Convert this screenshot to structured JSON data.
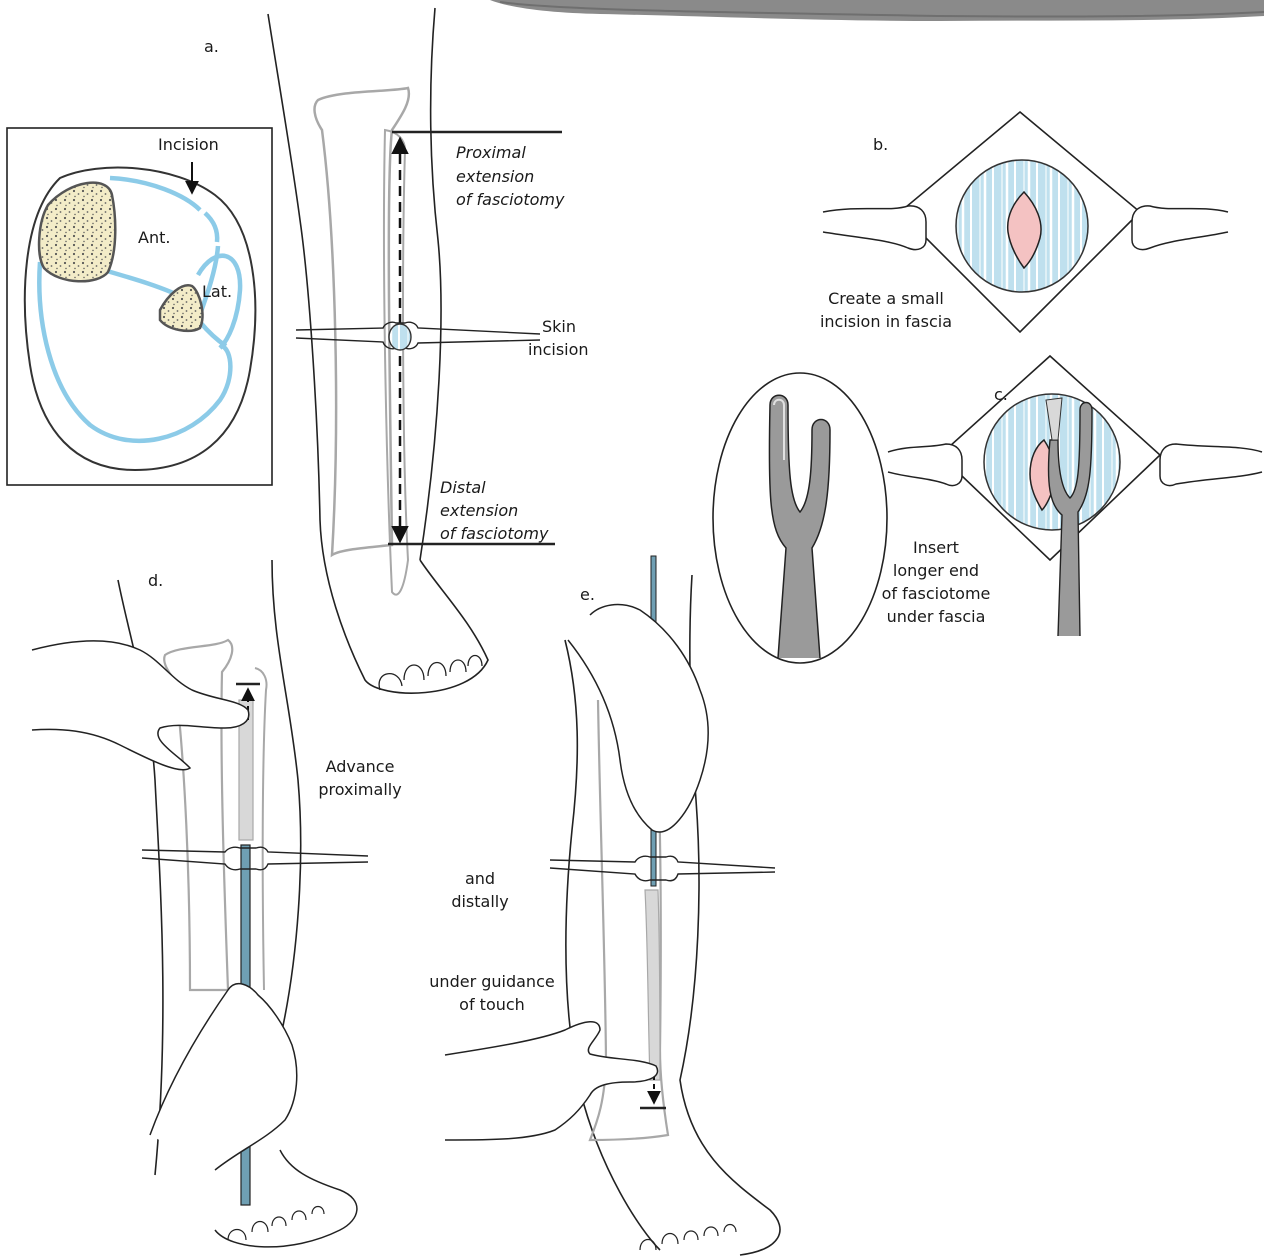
{
  "panels": {
    "a": "a.",
    "b": "b.",
    "c": "c.",
    "d": "d.",
    "e": "e."
  },
  "cross_section": {
    "incision": "Incision",
    "anterior": "Ant.",
    "lateral": "Lat."
  },
  "panel_a": {
    "proximal": [
      "Proximal",
      "extension",
      "of fasciotomy"
    ],
    "skin": [
      "Skin",
      "incision"
    ],
    "distal": [
      "Distal",
      "extension",
      "of fasciotomy"
    ]
  },
  "panel_b": {
    "caption": [
      "Create a small",
      "incision in fascia"
    ]
  },
  "panel_c": {
    "caption": [
      "Insert",
      "longer end",
      "of fasciotome",
      "under fascia"
    ]
  },
  "panel_d": {
    "caption": [
      "Advance",
      "proximally"
    ]
  },
  "panel_e": {
    "caption1": [
      "and",
      "distally"
    ],
    "caption2": [
      "under guidance",
      "of touch"
    ]
  },
  "colors": {
    "fascia_blue": "#8ccbe8",
    "fascia_fill": "#bfe0ee",
    "bone_fill": "#f3ecc8",
    "incision_pink": "#f4c2c2",
    "instrument_gray": "#9a9a9a",
    "outline": "#222222",
    "bone_outline": "#a8a8a8"
  }
}
